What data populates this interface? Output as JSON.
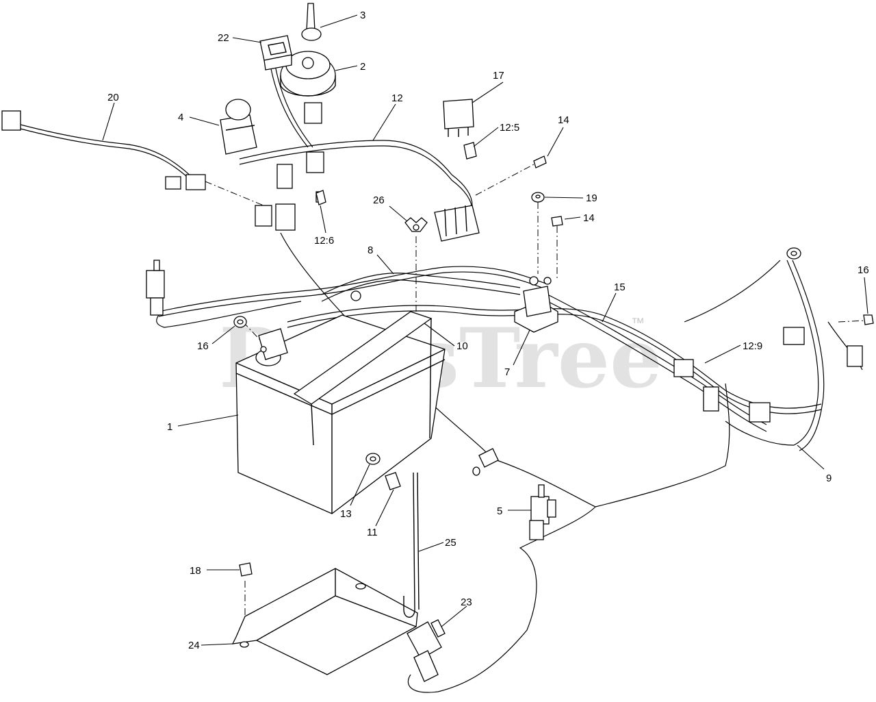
{
  "watermark": {
    "text": "PartsTree",
    "trademark": "™"
  },
  "callouts": [
    {
      "id": "1",
      "label": "1"
    },
    {
      "id": "2",
      "label": "2"
    },
    {
      "id": "3",
      "label": "3"
    },
    {
      "id": "4",
      "label": "4"
    },
    {
      "id": "5",
      "label": "5"
    },
    {
      "id": "7",
      "label": "7"
    },
    {
      "id": "8",
      "label": "8"
    },
    {
      "id": "9",
      "label": "9"
    },
    {
      "id": "10",
      "label": "10"
    },
    {
      "id": "11",
      "label": "11"
    },
    {
      "id": "12",
      "label": "12"
    },
    {
      "id": "12-5",
      "label": "12:5"
    },
    {
      "id": "12-6",
      "label": "12:6"
    },
    {
      "id": "12-9",
      "label": "12:9"
    },
    {
      "id": "13",
      "label": "13"
    },
    {
      "id": "14a",
      "label": "14"
    },
    {
      "id": "14b",
      "label": "14"
    },
    {
      "id": "15",
      "label": "15"
    },
    {
      "id": "16a",
      "label": "16"
    },
    {
      "id": "16b",
      "label": "16"
    },
    {
      "id": "17",
      "label": "17"
    },
    {
      "id": "18",
      "label": "18"
    },
    {
      "id": "19",
      "label": "19"
    },
    {
      "id": "20",
      "label": "20"
    },
    {
      "id": "22",
      "label": "22"
    },
    {
      "id": "23",
      "label": "23"
    },
    {
      "id": "24",
      "label": "24"
    },
    {
      "id": "25",
      "label": "25"
    },
    {
      "id": "26",
      "label": "26"
    }
  ]
}
